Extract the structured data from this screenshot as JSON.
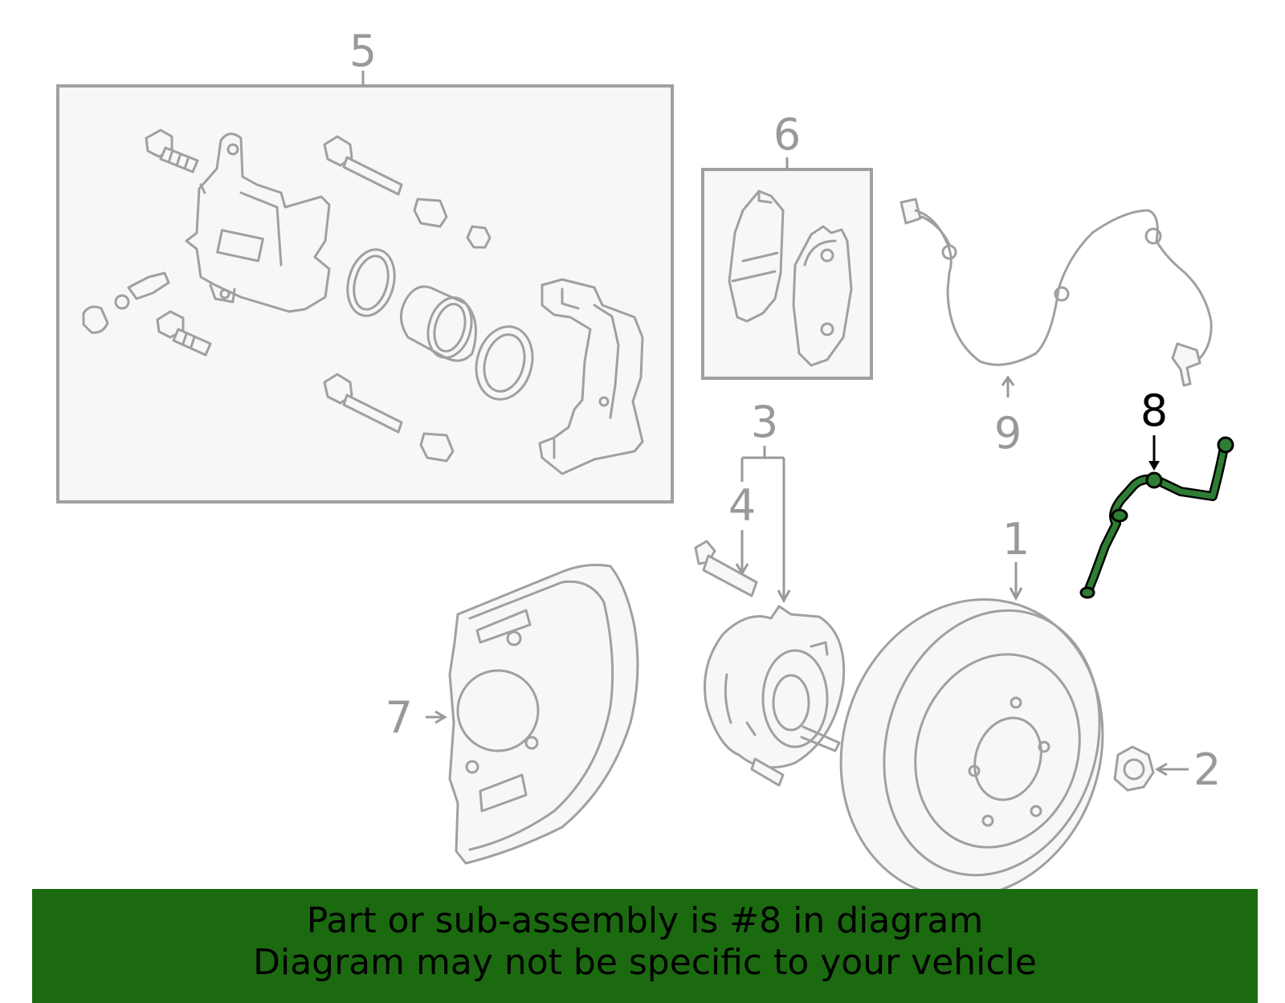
{
  "callouts": {
    "c1": "1",
    "c2": "2",
    "c3": "3",
    "c4": "4",
    "c5": "5",
    "c6": "6",
    "c7": "7",
    "c8": "8",
    "c9": "9"
  },
  "highlight_part": "8",
  "colors": {
    "highlight": "#2e7d32",
    "banner_bg": "#1b6a10",
    "part_stroke": "#a0a0a0",
    "box_fill": "#f7f7f7"
  },
  "banner": {
    "line1": "Part or sub-assembly is #8 in diagram",
    "line2": "Diagram may not be specific to your vehicle"
  }
}
